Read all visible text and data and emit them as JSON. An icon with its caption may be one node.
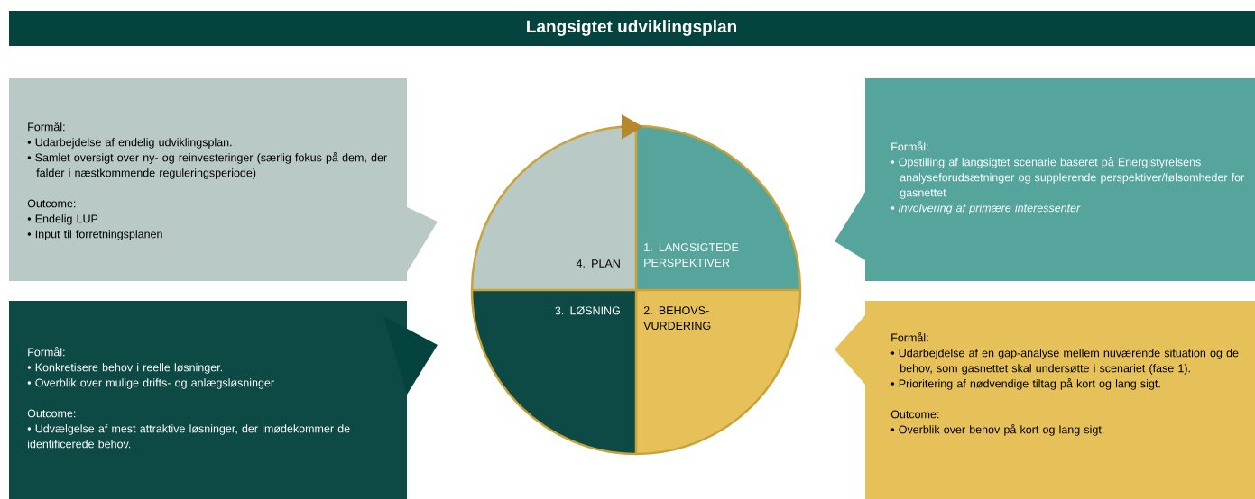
{
  "diagram": {
    "title": "Langsigtet udviklingsplan",
    "nodes": [
      {
        "text": [
          "Formål:",
          "• Udarbejdelse af endelig udviklingsplan.",
          "• Samlet oversigt over ny- og reinvesteringer (særlig fokus på dem, der falder i næstkommende reguleringsperiode)",
          "Outcome:",
          "• Endelig LUP",
          "• Input til forretningsplanen"
        ]
      },
      {
        "text": [
          "Formål:",
          "• Opstilling af langsigtet scenarie baseret på Energistyrelsens analyseforudsætninger og supplerende perspektiver/følsomheder for gasnettet",
          "• involvering af primære interessenter"
        ]
      },
      {
        "text": [
          "4. PLAN"
        ]
      },
      {
        "text": [
          "1. LANGSIGTEDE PERSPEKTIVER"
        ]
      },
      {
        "text": [
          "3. LØSNING"
        ]
      },
      {
        "text": [
          "2. BEHOVS- VURDERING"
        ]
      },
      {
        "text": [
          "Formål:",
          "• Konkretisere behov i reelle løsninger.",
          "• Overblik over mulige drifts- og anlægsløsninger",
          "Outcome:",
          "• Udvælgelse af mest attraktive løsninger, der imødekommer de identificerede behov."
        ]
      },
      {
        "text": [
          "Formål:",
          "• Udarbejdelse af en gap-analyse mellem nuværende situation og de behov, som gasnettet skal undersøtte i scenariet (fase 1).",
          "• Prioritering af nødvendige tiltag på kort og lang sigt.",
          "Outcome:",
          "• Overblik over behov på kort og lang sigt."
        ]
      }
    ],
    "edges": [
      {
        "from": 2,
        "to": 3,
        "arrow": "to"
      }
    ]
  }
}
